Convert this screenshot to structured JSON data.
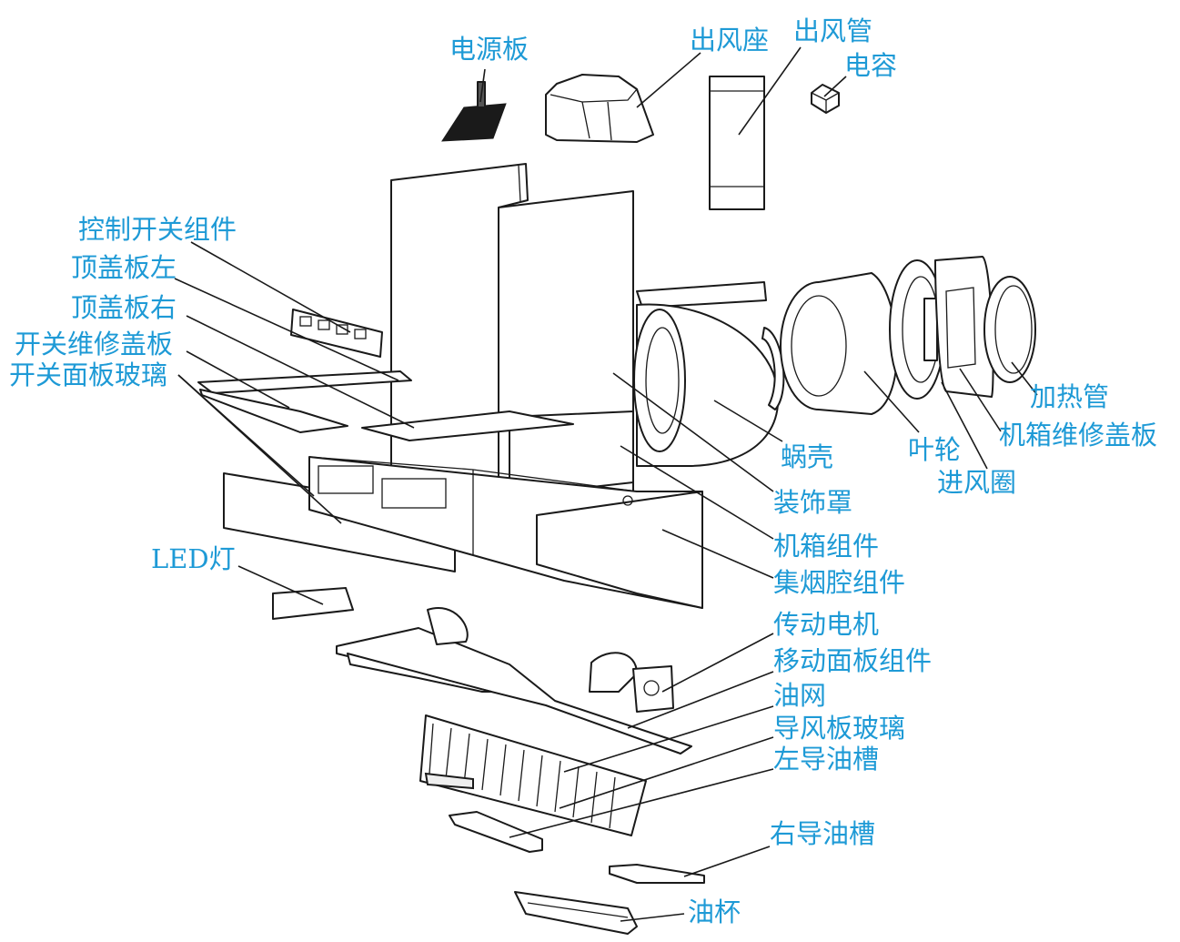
{
  "colors": {
    "label": "#1e9ad6",
    "line": "#1a1a1a"
  },
  "labels": {
    "power_board": "电源板",
    "outlet_seat": "出风座",
    "outlet_pipe": "出风管",
    "capacitor": "电容",
    "control_switch_assembly": "控制开关组件",
    "top_cover_left": "顶盖板左",
    "top_cover_right": "顶盖板右",
    "switch_service_cover": "开关维修盖板",
    "switch_panel_glass": "开关面板玻璃",
    "heating_tube": "加热管",
    "cabinet_service_cover": "机箱维修盖板",
    "volute": "蜗壳",
    "impeller": "叶轮",
    "inlet_ring": "进风圈",
    "decorative_cover": "装饰罩",
    "cabinet_assembly": "机箱组件",
    "smoke_chamber_assembly": "集烟腔组件",
    "led_light": "LED灯",
    "drive_motor": "传动电机",
    "moving_panel_assembly": "移动面板组件",
    "oil_filter": "油网",
    "deflector_glass": "导风板玻璃",
    "left_oil_channel": "左导油槽",
    "right_oil_channel": "右导油槽",
    "oil_cup": "油杯"
  }
}
